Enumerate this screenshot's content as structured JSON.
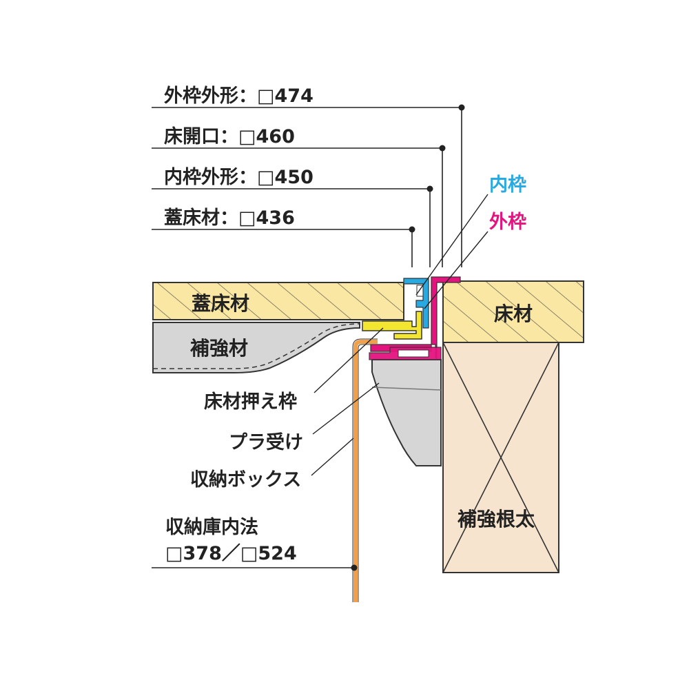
{
  "dimensions": {
    "outer_frame": "外枠外形：□474",
    "floor_opening": "床開口：□460",
    "inner_frame": "内枠外形：□450",
    "lid_floor": "蓋床材：□436"
  },
  "frame_labels": {
    "inner": "内枠",
    "outer": "外枠"
  },
  "parts": {
    "lid_floor": "蓋床材",
    "floor": "床材",
    "reinforcement": "補強材",
    "floor_holder": "床材押え枠",
    "plastic_receiver": "プラ受け",
    "storage_box": "収納ボックス",
    "joist": "補強根太"
  },
  "storage_dims": {
    "line1": "収納庫内法",
    "line2": "□378／□524"
  },
  "colors": {
    "wood": "#fbe7a4",
    "joist": "#f6e4cf",
    "inner_frame": "#29a9e1",
    "outer_frame": "#e4147f",
    "holder": "#f2e631",
    "box_wall": "#f0a04b",
    "gray_part": "#d6d6d6",
    "ink": "#222222"
  }
}
